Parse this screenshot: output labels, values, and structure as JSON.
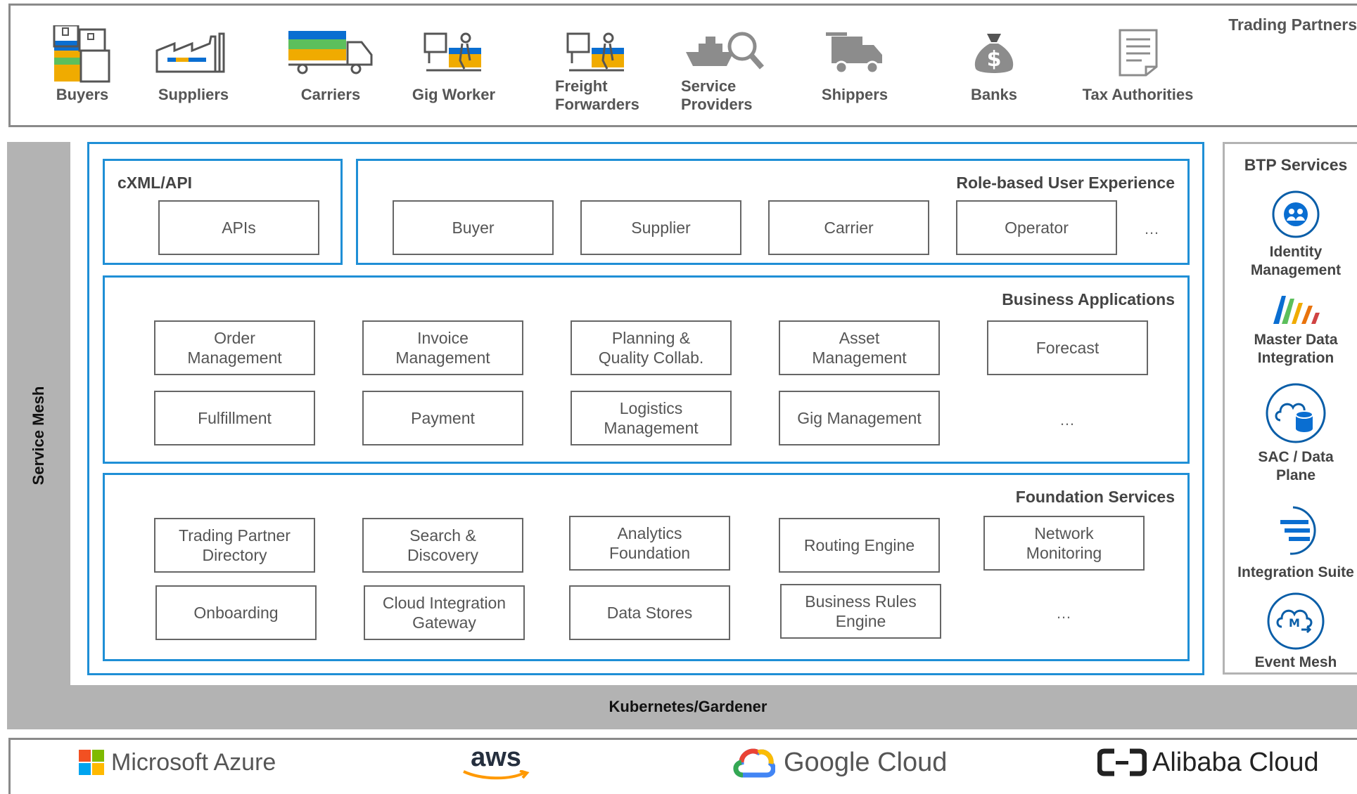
{
  "trading_partners": {
    "title": "Trading Partners",
    "items": [
      {
        "lines": [
          "Buyers"
        ],
        "icon": "buyers-icon"
      },
      {
        "lines": [
          "Suppliers"
        ],
        "icon": "factory-icon"
      },
      {
        "lines": [
          "Carriers"
        ],
        "icon": "truck-icon"
      },
      {
        "lines": [
          "Gig Worker"
        ],
        "icon": "gig-worker-icon"
      },
      {
        "lines": [
          "Freight",
          "Forwarders"
        ],
        "icon": "freight-forwarder-icon"
      },
      {
        "lines": [
          "Service",
          "Providers"
        ],
        "icon": "ship-search-icon"
      },
      {
        "lines": [
          "Shippers"
        ],
        "icon": "delivery-truck-icon"
      },
      {
        "lines": [
          "Banks"
        ],
        "icon": "money-bag-icon"
      },
      {
        "lines": [
          "Tax Authorities"
        ],
        "icon": "document-icon"
      }
    ]
  },
  "service_mesh": "Service Mesh",
  "kubernetes": "Kubernetes/Gardener",
  "cxml": {
    "title": "cXML/API",
    "boxes": [
      "APIs"
    ]
  },
  "role_based": {
    "title": "Role-based User Experience",
    "boxes": [
      "Buyer",
      "Supplier",
      "Carrier",
      "Operator"
    ],
    "ellipsis": "…"
  },
  "business_apps": {
    "title": "Business Applications",
    "boxes": [
      "Order\nManagement",
      "Invoice\nManagement",
      "Planning &\nQuality Collab.",
      "Asset\nManagement",
      "Forecast",
      "Fulfillment",
      "Payment",
      "Logistics\nManagement",
      "Gig Management"
    ],
    "ellipsis": "…"
  },
  "foundation": {
    "title": "Foundation Services",
    "boxes": [
      "Trading Partner\nDirectory",
      "Search &\nDiscovery",
      "Analytics\nFoundation",
      "Routing Engine",
      "Network\nMonitoring",
      "Onboarding",
      "Cloud Integration\nGateway",
      "Data Stores",
      "Business Rules\nEngine"
    ],
    "ellipsis": "…"
  },
  "btp": {
    "title": "BTP Services",
    "items": [
      {
        "lines": [
          "Identity",
          "Management"
        ],
        "icon": "identity-icon"
      },
      {
        "lines": [
          "Master Data",
          "Integration"
        ],
        "icon": "master-data-icon"
      },
      {
        "lines": [
          "SAC / Data",
          "Plane"
        ],
        "icon": "cloud-database-icon"
      },
      {
        "lines": [
          "Integration Suite"
        ],
        "icon": "integration-suite-icon"
      },
      {
        "lines": [
          "Event Mesh"
        ],
        "icon": "event-mesh-icon"
      }
    ]
  },
  "clouds": {
    "items": [
      "Microsoft Azure",
      "aws",
      "Google Cloud",
      "Alibaba Cloud"
    ]
  },
  "colors": {
    "accent_blue": "#1f8fd6",
    "gray_band": "#b3b3b3",
    "partner_yellow": "#f0ab00",
    "partner_blue": "#0a6ed1"
  }
}
